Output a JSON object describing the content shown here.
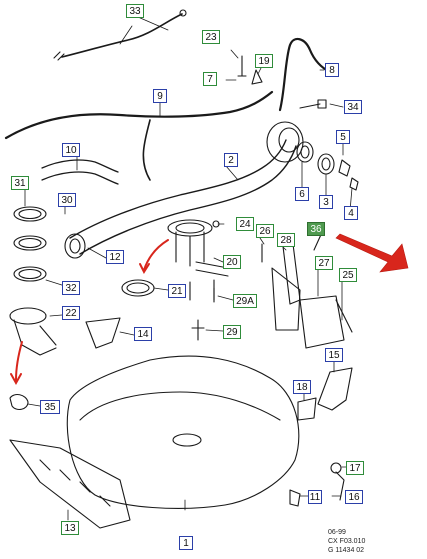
{
  "callouts": {
    "c1": "1",
    "c2": "2",
    "c3": "3",
    "c4": "4",
    "c5": "5",
    "c6": "6",
    "c7": "7",
    "c8": "8",
    "c9": "9",
    "c10": "10",
    "c11": "11",
    "c12": "12",
    "c13": "13",
    "c14": "14",
    "c15": "15",
    "c16": "16",
    "c17": "17",
    "c18": "18",
    "c19": "19",
    "c20": "20",
    "c21": "21",
    "c22": "22",
    "c23": "23",
    "c24": "24",
    "c25": "25",
    "c26": "26",
    "c27": "27",
    "c28": "28",
    "c29": "29",
    "c29a": "29A",
    "c30": "30",
    "c31": "31",
    "c32": "32",
    "c33": "33",
    "c34": "34",
    "c35": "35",
    "c36": "36"
  },
  "reference": {
    "line1": "06-99",
    "line2": "CX F03.010",
    "line3": "G 11434 02"
  },
  "colors": {
    "line": "#1a1a1a",
    "blue_callout": "#2b3fa8",
    "green_callout": "#2f8c3a",
    "highlight_fill": "#4f9a4f",
    "arrow_red": "#d8261c"
  }
}
